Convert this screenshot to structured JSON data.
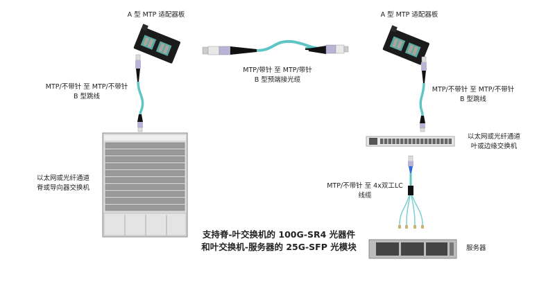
{
  "labels": {
    "adapter_left": "A 型 MTP 适配器板",
    "adapter_right": "A 型 MTP 适配器板",
    "trunk_line1": "MTP/带针 至 MTP/带针",
    "trunk_line2": "B 型预端接光缆",
    "jumper_left_line1": "MTP/不带针 至 MTP/不带针",
    "jumper_left_line2": "B 型跳线",
    "jumper_right_line1": "MTP/不带针 至 MTP/不带针",
    "jumper_right_line2": "B 型跳线",
    "spine_line1": "以太网或光纤通道",
    "spine_line2": "脊或导向器交换机",
    "leaf_line1": "以太网或光纤通道",
    "leaf_line2": "叶或边缘交换机",
    "breakout_line1": "MTP/不带针 至 4x双工LC",
    "breakout_line2": "线缆",
    "server": "服务器",
    "caption_line1": "支持脊-叶交换机的 100G-SR4 光器件",
    "caption_line2": "和叶交换机-服务器的 25G-SFP 光模块"
  },
  "colors": {
    "fiber": "#5fc4c4",
    "boot": "#111111",
    "connector": "#b8b4d8"
  }
}
